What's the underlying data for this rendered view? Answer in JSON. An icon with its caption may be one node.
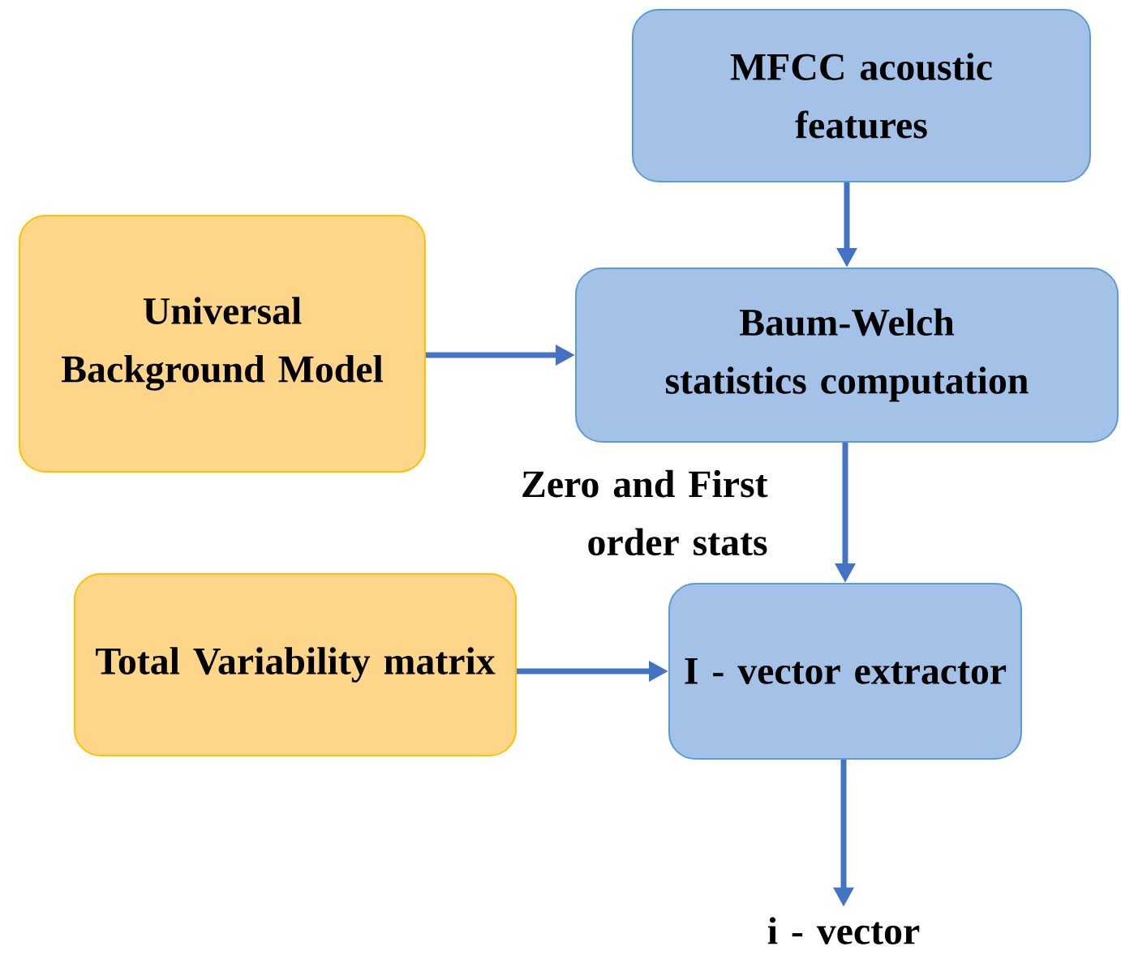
{
  "diagram": {
    "nodes": [
      {
        "text": [
          "MFCC acoustic features"
        ]
      },
      {
        "text": [
          "Universal Background Model"
        ]
      },
      {
        "text": [
          "Baum-Welch statistics computation"
        ]
      },
      {
        "text": [
          "Total Variability matrix"
        ]
      },
      {
        "text": [
          "I - vector extractor"
        ]
      },
      {
        "text": [
          "i - vector"
        ]
      }
    ],
    "edges": [
      {
        "from": 0,
        "to": 2,
        "arrow": "to"
      },
      {
        "from": 1,
        "to": 2,
        "arrow": "to"
      },
      {
        "from": 2,
        "to": 4,
        "arrow": "to",
        "label": "Zero and First order stats"
      },
      {
        "from": 3,
        "to": 4,
        "arrow": "to"
      },
      {
        "from": 4,
        "to": 5,
        "arrow": "to"
      }
    ]
  }
}
